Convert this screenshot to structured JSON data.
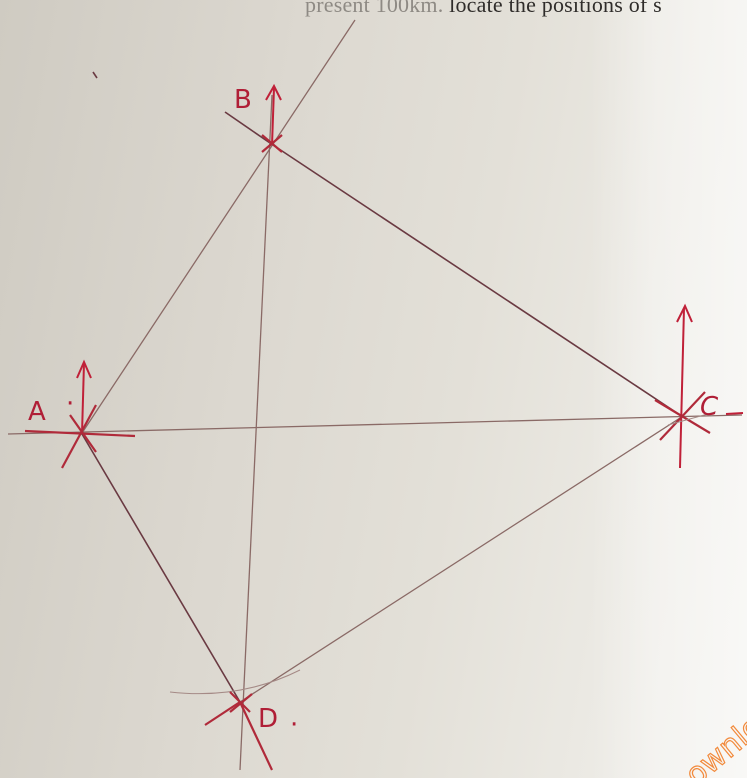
{
  "header": {
    "text_faded": "present 100km.",
    "text_dark": " locate the positions of s"
  },
  "labels": {
    "a": "A",
    "b": "B",
    "c": "C",
    "d": "D"
  },
  "watermark": {
    "text": "ownlo"
  },
  "colors": {
    "ink_red": "#b01e36",
    "pencil": "#6a3a42",
    "paper": "#dcd8d0",
    "watermark": "#f28a3c"
  }
}
